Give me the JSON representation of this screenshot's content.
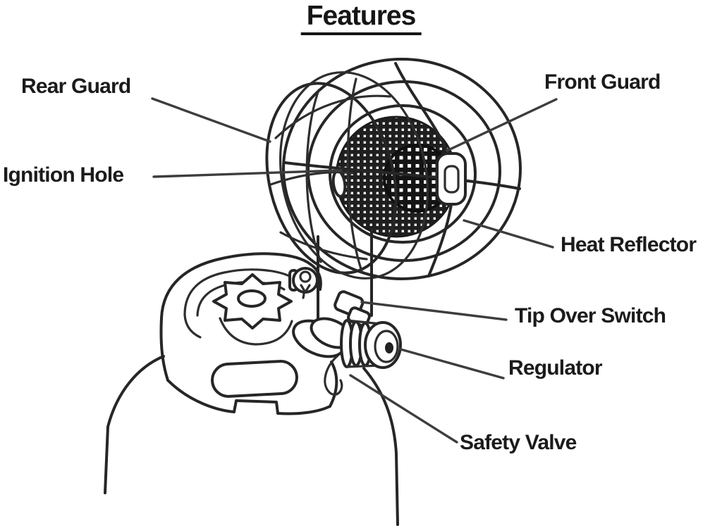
{
  "diagram": {
    "title": "Features",
    "labels": [
      {
        "id": "rear-guard",
        "text": "Rear Guard"
      },
      {
        "id": "front-guard",
        "text": "Front Guard"
      },
      {
        "id": "ignition-hole",
        "text": "Ignition Hole"
      },
      {
        "id": "heat-reflector",
        "text": "Heat Reflector"
      },
      {
        "id": "tip-over-switch",
        "text": "Tip Over Switch"
      },
      {
        "id": "regulator",
        "text": "Regulator"
      },
      {
        "id": "safety-valve",
        "text": "Safety Valve"
      }
    ],
    "subject": "propane tank-top heater line drawing",
    "colors": {
      "background": "#ffffff",
      "line_art": "#262626",
      "label_text": "#1b1b1b"
    }
  }
}
